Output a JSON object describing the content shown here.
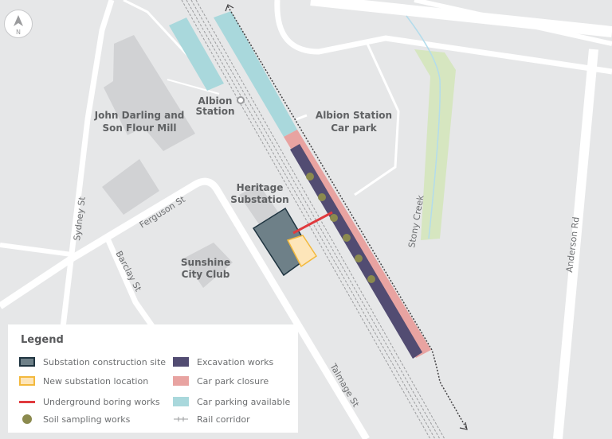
{
  "map": {
    "compass": {
      "label": "N"
    },
    "places": {
      "flour_mill_line1": "John Darling and",
      "flour_mill_line2": "Son Flour Mill",
      "albion_station_line1": "Albion",
      "albion_station_line2": "Station",
      "car_park_line1": "Albion Station",
      "car_park_line2": "Car park",
      "heritage_line1": "Heritage",
      "heritage_line2": "Substation",
      "sunshine_line1": "Sunshine",
      "sunshine_line2": "City Club"
    },
    "streets": {
      "sydney": "Sydney St",
      "ferguson": "Ferguson St",
      "barclay": "Barclay St",
      "talmage": "Talmage St",
      "stony_creek": "Stony Creek",
      "anderson": "Anderson Rd"
    },
    "colors": {
      "background": "#e6e7e8",
      "road": "#ffffff",
      "building": "#d1d2d4",
      "substation_site": "#6e8088",
      "substation_outline": "#1f3440",
      "new_substation": "#fde5b9",
      "new_substation_outline": "#f3b93d",
      "boring": "#e03a3e",
      "soil": "#8b8a4e",
      "excavation": "#524c72",
      "car_park_closure": "#e8a3a1",
      "car_parking_available": "#a9d8dc",
      "creek_green": "#d6e6c0",
      "creek_water": "#b3dcec",
      "rail": "#9a9b9d"
    }
  },
  "legend": {
    "title": "Legend",
    "items": [
      {
        "label": "Substation construction site"
      },
      {
        "label": "New substation location"
      },
      {
        "label": "Underground boring works"
      },
      {
        "label": "Soil sampling works"
      },
      {
        "label": "Excavation works"
      },
      {
        "label": "Car park closure"
      },
      {
        "label": "Car parking available"
      },
      {
        "label": "Rail corridor"
      }
    ]
  }
}
